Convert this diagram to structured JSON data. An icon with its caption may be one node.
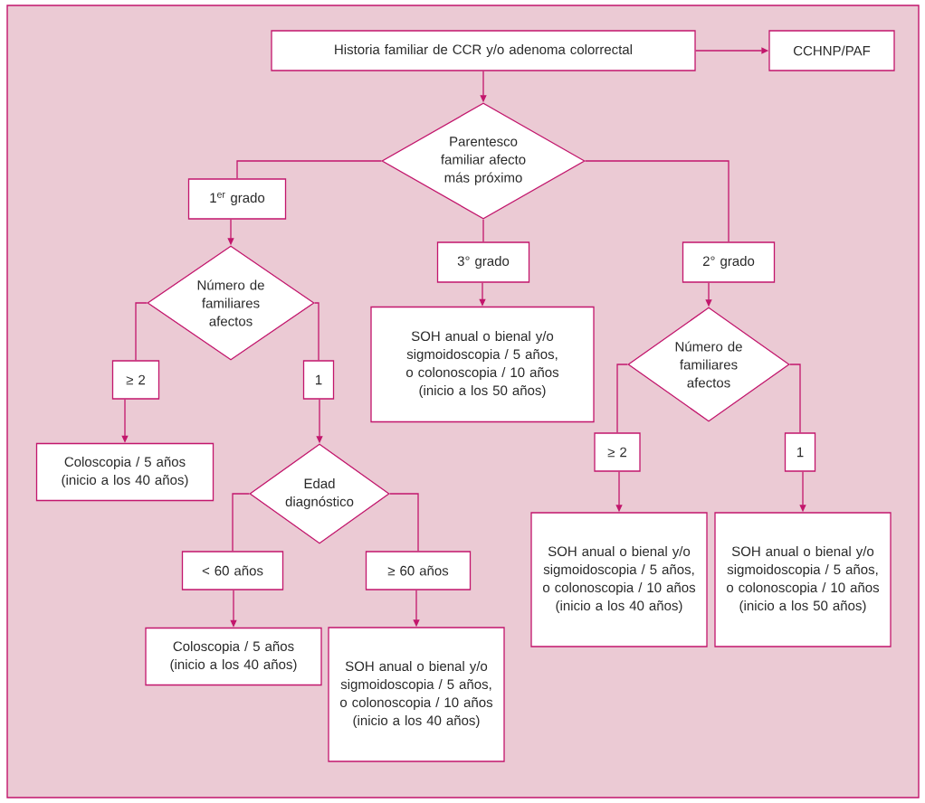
{
  "diagram": {
    "nodes": [
      {
        "text": [
          "Historia familiar de CCR y/o adenoma colorrectal"
        ]
      },
      {
        "text": [
          "CCHNP/PAF"
        ]
      },
      {
        "text": [
          "Parentesco familiar afecto más próximo"
        ]
      },
      {
        "text": [
          "1$^{er}$ grado"
        ]
      },
      {
        "text": [
          "3° grado"
        ]
      },
      {
        "text": [
          "2° grado"
        ]
      },
      {
        "text": [
          "Número de familiares afectos"
        ]
      },
      {
        "text": [
          "SOH anual o bienal y/o sigmoidoscopia / 5 años, o colonoscopia / 10 años (inicio a los 50 años)"
        ]
      },
      {
        "text": [
          "Número de familiares afectos"
        ]
      },
      {
        "text": [
          "≥ 2"
        ]
      },
      {
        "text": [
          "1"
        ]
      },
      {
        "text": [
          "Coloscopia / 5 años (inicio a los 40 años)"
        ]
      },
      {
        "text": [
          "Edad diagnóstico"
        ]
      },
      {
        "text": [
          "≥ 2"
        ]
      },
      {
        "text": [
          "1"
        ]
      },
      {
        "text": [
          "< 60 años"
        ]
      },
      {
        "text": [
          "≥ 60 años"
        ]
      },
      {
        "text": [
          "SOH anual o bienal y/o sigmoidoscopia / 5 años, o colonoscopia / 10 años (inicio a los 40 años)"
        ]
      },
      {
        "text": [
          "SOH anual o bienal y/o sigmoidoscopia / 5 años, o colonoscopia / 10 años (inicio a los 50 años)"
        ]
      },
      {
        "text": [
          "Coloscopia / 5 años (inicio a los 40 años)"
        ]
      },
      {
        "text": [
          "SOH anual o bienal y/o sigmoidoscopia / 5 años, o colonoscopia / 10 años (inicio a los 40 años)"
        ]
      }
    ],
    "edges": [
      {
        "from": 0,
        "to": 1,
        "arrow": "to"
      },
      {
        "from": 0,
        "to": 2,
        "arrow": "to"
      },
      {
        "from": 2,
        "to": 3,
        "arrow": "none"
      },
      {
        "from": 2,
        "to": 4,
        "arrow": "none"
      },
      {
        "from": 2,
        "to": 5,
        "arrow": "none"
      },
      {
        "from": 3,
        "to": 6,
        "arrow": "to"
      },
      {
        "from": 4,
        "to": 7,
        "arrow": "to"
      },
      {
        "from": 5,
        "to": 8,
        "arrow": "to"
      },
      {
        "from": 6,
        "to": 9,
        "arrow": "none"
      },
      {
        "from": 6,
        "to": 10,
        "arrow": "none"
      },
      {
        "from": 9,
        "to": 11,
        "arrow": "to"
      },
      {
        "from": 10,
        "to": 12,
        "arrow": "to"
      },
      {
        "from": 8,
        "to": 13,
        "arrow": "none"
      },
      {
        "from": 8,
        "to": 14,
        "arrow": "none"
      },
      {
        "from": 13,
        "to": 17,
        "arrow": "to"
      },
      {
        "from": 14,
        "to": 18,
        "arrow": "to"
      },
      {
        "from": 12,
        "to": 15,
        "arrow": "none"
      },
      {
        "from": 12,
        "to": 16,
        "arrow": "none"
      },
      {
        "from": 15,
        "to": 19,
        "arrow": "to"
      },
      {
        "from": 16,
        "to": 20,
        "arrow": "to"
      }
    ]
  }
}
